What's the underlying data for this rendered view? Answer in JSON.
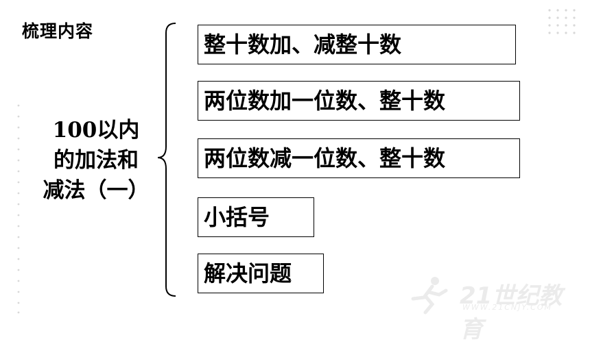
{
  "corner_title": "梳理内容",
  "topic": {
    "lines": [
      "100以内",
      "的加法和",
      "减法（一）"
    ]
  },
  "items": [
    {
      "label": "整十数加、减整十数"
    },
    {
      "label": "两位数加一位数、整十数"
    },
    {
      "label": "两位数减一位数、整十数"
    },
    {
      "label": "小括号"
    },
    {
      "label": "解决问题"
    }
  ],
  "watermark": {
    "text": "21世纪教育",
    "url": "WWW.21CNJY.COM"
  },
  "colors": {
    "text": "#000000",
    "background": "#ffffff",
    "decor_dots": "#d8d8d8"
  }
}
